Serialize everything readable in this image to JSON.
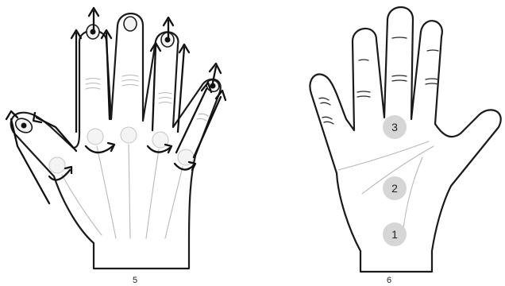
{
  "panels": [
    {
      "caption": "5"
    },
    {
      "caption": "6"
    }
  ],
  "pressure_points": [
    {
      "label": "1"
    },
    {
      "label": "2"
    },
    {
      "label": "3"
    }
  ],
  "colors": {
    "outline": "#1a1a1a",
    "point_fill": "#d6d6d6",
    "faint_line": "#b8b8b8"
  }
}
